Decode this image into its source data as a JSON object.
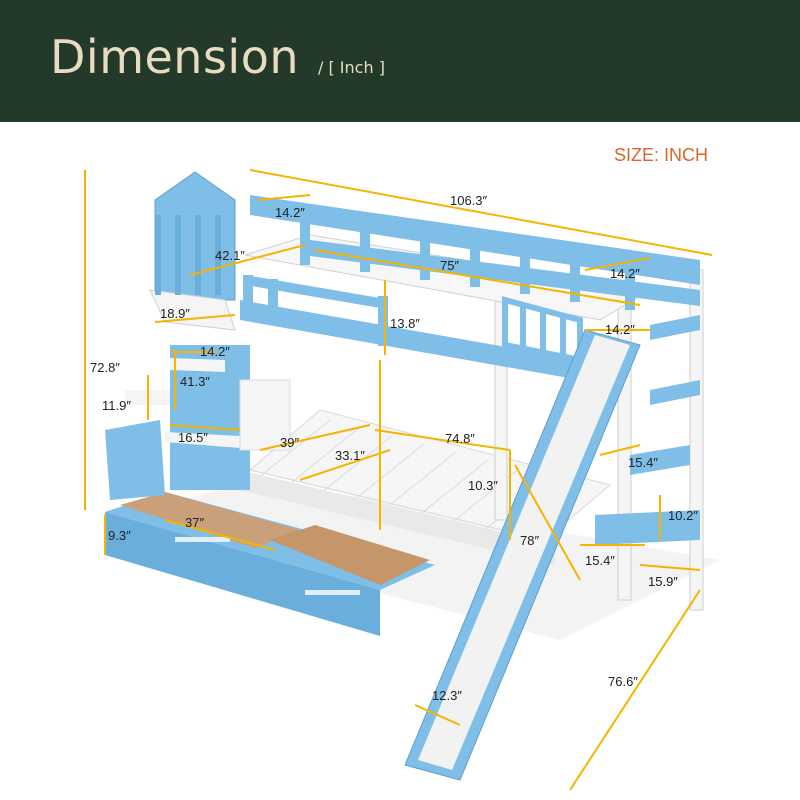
{
  "header": {
    "title": "Dimension",
    "unit": "/ [ Inch ]"
  },
  "size_label": "SIZE: INCH",
  "dimensions": {
    "overall_length": "106.3″",
    "top_bunk_length": "75″",
    "top_width": "42.1″",
    "top_guard_left": "14.2″",
    "top_guard_right": "14.2″",
    "slide_top": "14.2″",
    "roof_width": "18.9″",
    "step_depth": "14.2″",
    "stair_height": "41.3″",
    "guard_height": "13.8″",
    "total_height": "72.8″",
    "step_rise": "11.9″",
    "step_width": "16.5″",
    "lower_width": "39″",
    "lower_inner_width": "33.1″",
    "lower_length": "74.8″",
    "slide_clearance": "10.3″",
    "slide_length": "78″",
    "ladder_step": "15.4″",
    "ladder_step_2": "15.4″",
    "ladder_rise": "10.2″",
    "ladder_depth": "15.9″",
    "drawer_height": "9.3″",
    "drawer_length": "37″",
    "overall_width": "76.6″",
    "slide_width": "12.3″"
  },
  "colors": {
    "header_bg": "#233a2b",
    "header_text": "#e7dcc0",
    "size_text": "#d9662a",
    "bed_blue": "#79b7e0",
    "frame_white": "#f7f7f7",
    "dim_line": "#f5b400"
  }
}
